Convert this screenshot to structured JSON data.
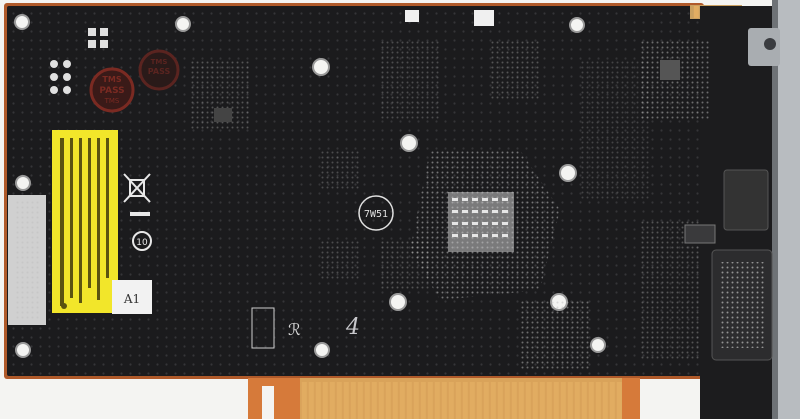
{
  "subject": {
    "board_id_label": "A1",
    "stamp_top_text": "TMS",
    "stamp_mid_text": "PASS",
    "stamp_code": "TMS",
    "marking_circle_text": "7W51",
    "rohs_mark_text": "10",
    "handwritten_mark": "4"
  },
  "colors": {
    "background": "#f4f4f2",
    "pcb": "#1b1b1d",
    "pcb_edge": "#2a2a2c",
    "gold": "#d9a35a",
    "copper_edge": "#b05a2a",
    "sticker": "#f2e62a",
    "white_label": "#f2f2f2",
    "bracket": "#b8bcc0",
    "stamp": "#7a2a22",
    "solder": "#c8c8c8"
  }
}
